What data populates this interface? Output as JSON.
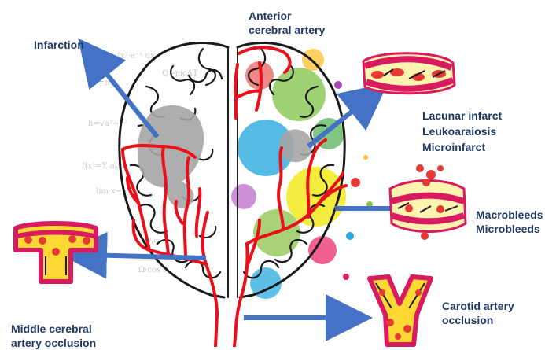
{
  "labels": {
    "infarction": "Infarction",
    "anterior_line1": "Anterior",
    "anterior_line2": "cerebral artery",
    "lacunar_line1": "Lacunar infarct",
    "lacunar_line2": "Leukoaraiosis",
    "lacunar_line3": "Microinfarct",
    "macro_line1": "Macrobleeds",
    "macro_line2": "Microbleeds",
    "carotid_line1": "Carotid artery",
    "carotid_line2": "occlusion",
    "middle_line1": "Middle cerebral",
    "middle_line2": "artery occlusion"
  },
  "colors": {
    "label_text": "#1f3864",
    "arrow": "#4472c4",
    "vessel": "#e8101a",
    "brain_outline": "#1a1a1a",
    "lesion": "#a6a6a6",
    "vessel_wall": "#d81b60",
    "blood_cell": "#e53935",
    "plaque": "#fdd835"
  },
  "icons": [
    "brain-illustration",
    "math-formulas-background",
    "paint-splatter-background",
    "vessel-cross-section-icon"
  ]
}
